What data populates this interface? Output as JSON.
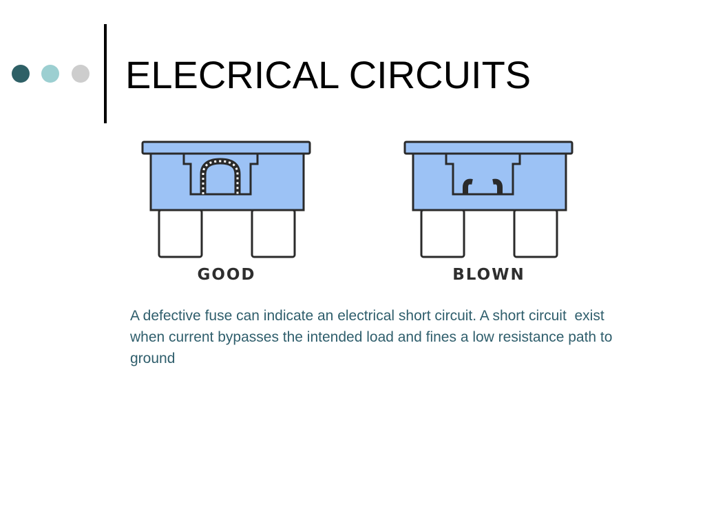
{
  "slide": {
    "title": "ELECRICAL CIRCUITS",
    "body": "A defective fuse can indicate an electrical short circuit. A short circuit  exist when current bypasses the intended load and fines a low resistance path to ground"
  },
  "fuses": [
    {
      "label": "GOOD",
      "state": "intact-element"
    },
    {
      "label": "BLOWN",
      "state": "broken-element"
    }
  ],
  "colors": {
    "dot_1": "#2e6066",
    "dot_2": "#9ccfd1",
    "dot_3": "#cdcdcd",
    "divider": "#000000",
    "fuse_body": "#9cc2f5",
    "fuse_outline": "#2a2a2a",
    "body_text": "#2f5e6c"
  }
}
